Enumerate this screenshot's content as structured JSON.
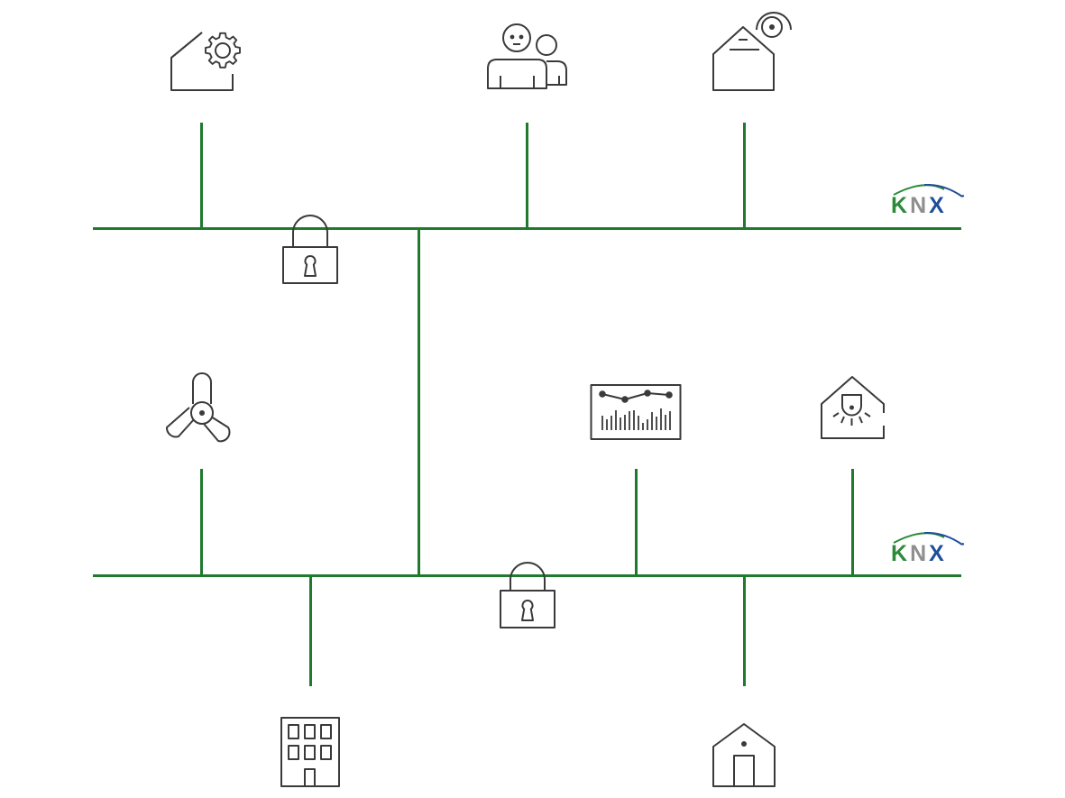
{
  "diagram": {
    "type": "knx-network-topology",
    "bus_color": "#1f7a2e",
    "icon_stroke_color": "#3a3a3a",
    "logos": [
      {
        "id": "knx-logo-top",
        "text_k": "K",
        "text_n": "N",
        "text_x": "X",
        "colors": {
          "k": "#2c8a3a",
          "n": "#8f8f8f",
          "x": "#1f4f9a"
        }
      },
      {
        "id": "knx-logo-bottom",
        "text_k": "K",
        "text_n": "N",
        "text_x": "X",
        "colors": {
          "k": "#2c8a3a",
          "n": "#8f8f8f",
          "x": "#1f4f9a"
        }
      }
    ],
    "lines": [
      {
        "name": "top-bus-line",
        "orientation": "horizontal"
      },
      {
        "name": "bottom-bus-line",
        "orientation": "horizontal"
      },
      {
        "name": "backbone-vertical",
        "orientation": "vertical"
      }
    ],
    "nodes": [
      {
        "name": "building-automation-settings",
        "icon": "house-gear-icon",
        "bus": "top"
      },
      {
        "name": "users",
        "icon": "users-icon",
        "bus": "top"
      },
      {
        "name": "smart-home-wireless",
        "icon": "house-wireless-icon",
        "bus": "top"
      },
      {
        "name": "security-top",
        "icon": "padlock-icon",
        "bus": "top"
      },
      {
        "name": "ventilation",
        "icon": "fan-icon",
        "bus": "bottom"
      },
      {
        "name": "monitoring-dashboard",
        "icon": "chart-dashboard-icon",
        "bus": "bottom"
      },
      {
        "name": "lighting",
        "icon": "house-light-icon",
        "bus": "bottom"
      },
      {
        "name": "security-bottom",
        "icon": "padlock-icon",
        "bus": "bottom"
      },
      {
        "name": "commercial-building",
        "icon": "office-building-icon",
        "bus": "bottom"
      },
      {
        "name": "residential-house",
        "icon": "house-icon",
        "bus": "bottom"
      }
    ]
  }
}
